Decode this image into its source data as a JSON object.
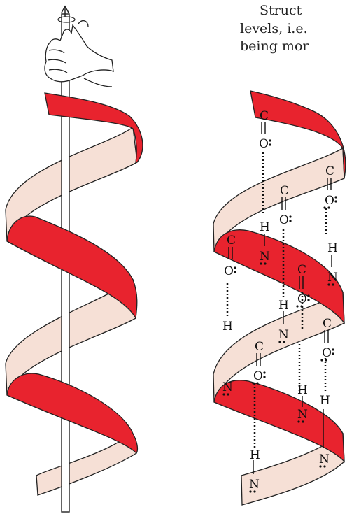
{
  "text": {
    "line1": "Struct",
    "line2": "levels, i.e.",
    "line3": "being mor"
  },
  "colors": {
    "ribbon_front": "#e8232e",
    "ribbon_back": "#f6e0d6",
    "outline": "#222222",
    "rod": "#ffffff"
  },
  "labels": {
    "carbon": "C",
    "oxygen": "O",
    "nitrogen": "N",
    "hydrogen": "H",
    "lone_pair": "••"
  }
}
